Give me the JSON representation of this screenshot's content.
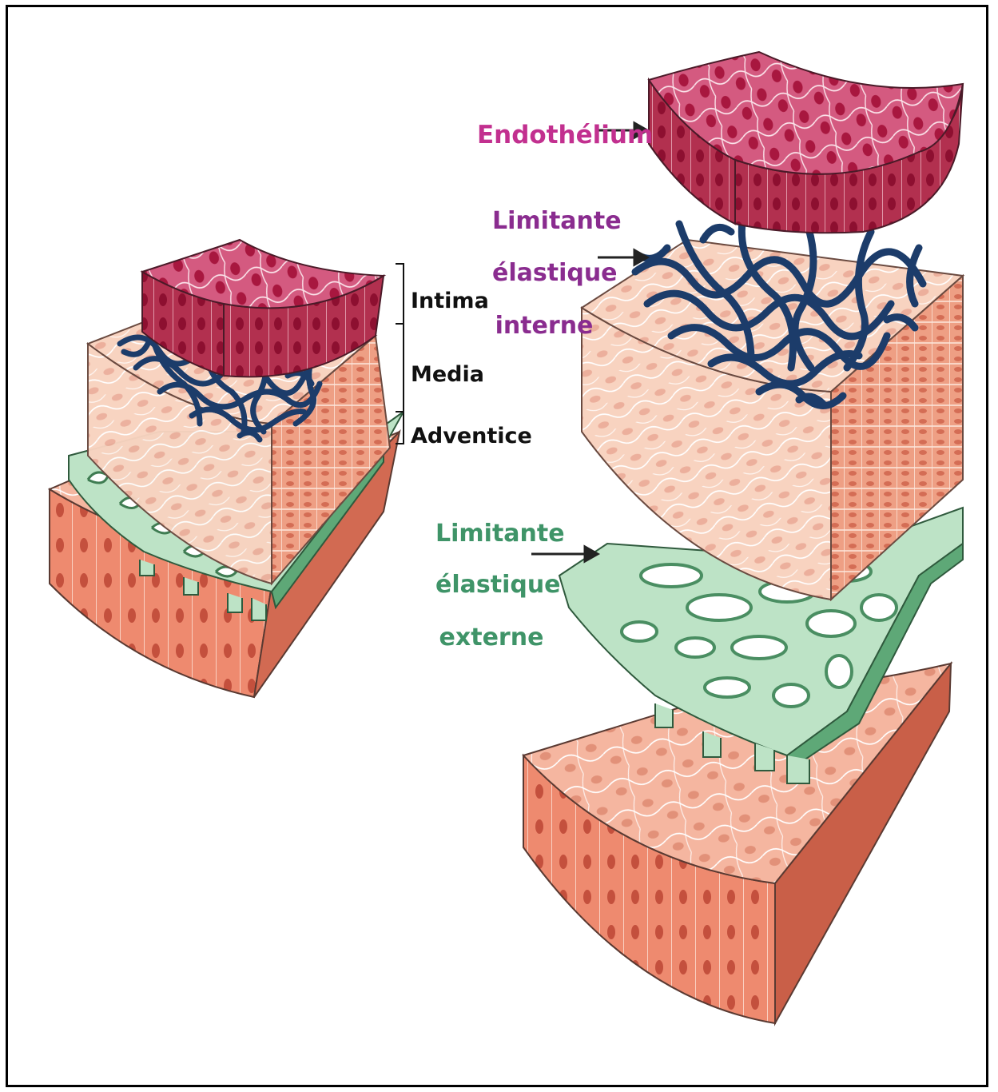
{
  "labels": {
    "intima": "Intima",
    "media": "Media",
    "adventice": "Adventice",
    "endothelium": "Endothélium",
    "limitante_interne": [
      "Limitante",
      "élastique",
      "interne"
    ],
    "limitante_externe": [
      "Limitante",
      "élastique",
      "externe"
    ]
  },
  "colors": {
    "endothelium": "#c3496d",
    "media": "#f6cdb8",
    "adventice": "#f0a38a",
    "internal_elastic": "#1c3c6a",
    "external_elastic": "#7fc493",
    "label_magenta": "#c2308f",
    "label_purple": "#8a2c8f",
    "label_green": "#3f9468"
  }
}
